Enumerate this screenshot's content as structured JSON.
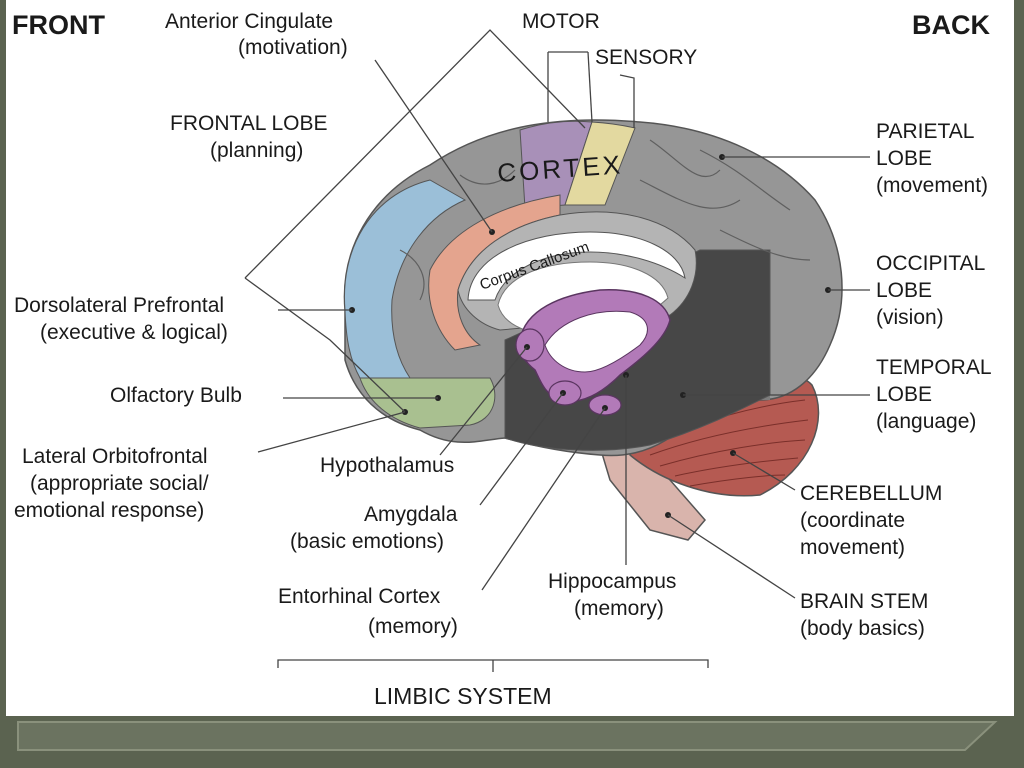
{
  "header": {
    "front": "FRONT",
    "back": "BACK",
    "motor": "MOTOR",
    "sensory": "SENSORY",
    "cortex": "CORTEX",
    "corpus_callosum": "Corpus Callosum"
  },
  "labels": {
    "anterior_cingulate": [
      "Anterior Cingulate",
      "(motivation)"
    ],
    "frontal_lobe": [
      "FRONTAL LOBE",
      "(planning)"
    ],
    "dorsolateral_prefrontal": [
      "Dorsolateral Prefrontal",
      "(executive & logical)"
    ],
    "olfactory_bulb": [
      "Olfactory Bulb"
    ],
    "lateral_orbitofrontal": [
      "Lateral Orbitofrontal",
      "(appropriate social/",
      "emotional response)"
    ],
    "hypothalamus": [
      "Hypothalamus"
    ],
    "amygdala": [
      "Amygdala",
      "(basic emotions)"
    ],
    "entorhinal_cortex": [
      "Entorhinal Cortex",
      "(memory)"
    ],
    "hippocampus": [
      "Hippocampus",
      "(memory)"
    ],
    "parietal_lobe": [
      "PARIETAL",
      "LOBE",
      "(movement)"
    ],
    "occipital_lobe": [
      "OCCIPITAL",
      "LOBE",
      "(vision)"
    ],
    "temporal_lobe": [
      "TEMPORAL",
      "LOBE",
      "(language)"
    ],
    "cerebellum": [
      "CEREBELLUM",
      "(coordinate",
      "movement)"
    ],
    "brain_stem": [
      "BRAIN STEM",
      "(body basics)"
    ]
  },
  "footer": {
    "limbic_system": "LIMBIC SYSTEM"
  },
  "colors": {
    "frontal_blue": "#9bbfd8",
    "motor_purple": "#a890b8",
    "sensory_yellow": "#e3d9a0",
    "cingulate_salmon": "#e4a48e",
    "olfactory_green": "#a9c090",
    "limbic_purple": "#b27ab8",
    "cerebellum_red": "#b55a52",
    "brainstem_pink": "#d9b4ac",
    "lobe_gray": "#969696",
    "dark_lobe": "#474747"
  }
}
